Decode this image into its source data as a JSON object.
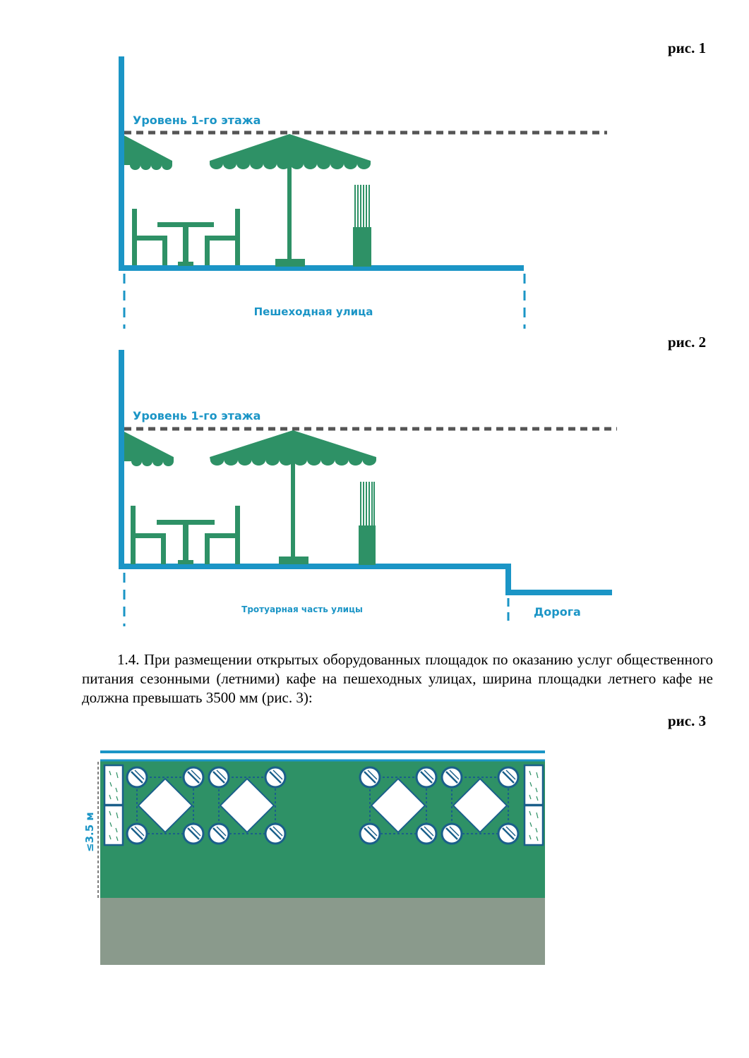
{
  "figures": {
    "fig1": {
      "label": "рис. 1",
      "level_label": "Уровень 1-го этажа",
      "street_label": "Пешеходная улица"
    },
    "fig2": {
      "label": "рис. 2",
      "level_label": "Уровень 1-го этажа",
      "sidewalk_label": "Тротуарная часть улицы",
      "road_label": "Дорога"
    },
    "fig3": {
      "label": "рис. 3",
      "width_label": "≤3.5 м"
    }
  },
  "paragraph": {
    "text": "1.4. При размещении открытых оборудованных площадок по оказанию услуг общественного питания сезонными (летними) кафе на пешеходных улицах, ширина площадки летнего кафе не должна превышать 3500 мм (рис. 3):"
  },
  "colors": {
    "blue": "#1b95c6",
    "green": "#2e9166",
    "gray": "#8a9a8c",
    "dash": "#555555"
  }
}
